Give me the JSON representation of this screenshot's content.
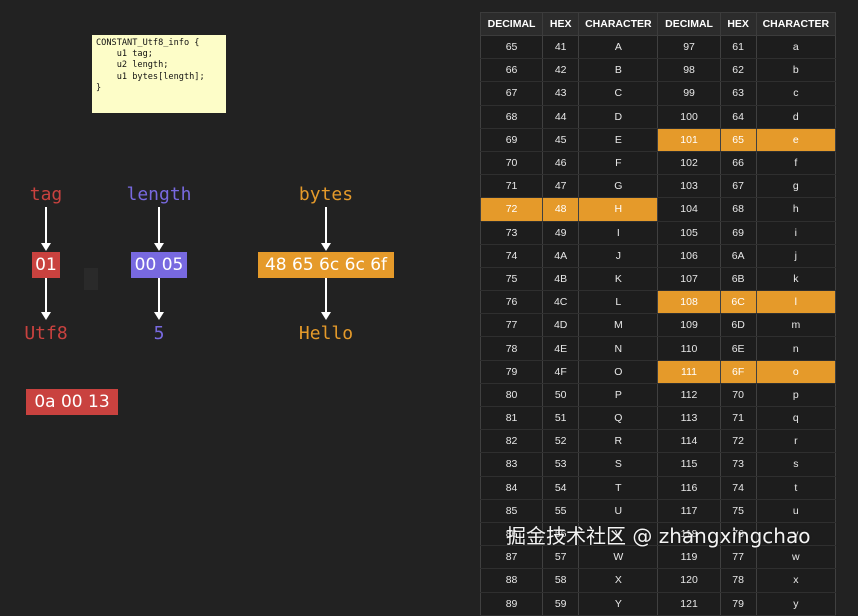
{
  "struct_code": "CONSTANT_Utf8_info {\n    u1 tag;\n    u2 length;\n    u1 bytes[length];\n}",
  "fields": {
    "tag": {
      "label": "tag",
      "bytes": "01",
      "meaning": "Utf8",
      "color": "#c9423f"
    },
    "length": {
      "label": "length",
      "bytes": "00 05",
      "meaning": "5",
      "color": "#7869e0"
    },
    "bytes": {
      "label": "bytes",
      "bytes": "48 65 6c 6c 6f",
      "meaning": "Hello",
      "color": "#e59a2a"
    }
  },
  "extra_box": "0a 00 13",
  "table": {
    "headers": [
      "DECIMAL",
      "HEX",
      "CHARACTER",
      "DECIMAL",
      "HEX",
      "CHARACTER"
    ],
    "highlight_color": "#e59a2a",
    "rows": [
      [
        "65",
        "41",
        "A",
        "97",
        "61",
        "a"
      ],
      [
        "66",
        "42",
        "B",
        "98",
        "62",
        "b"
      ],
      [
        "67",
        "43",
        "C",
        "99",
        "63",
        "c"
      ],
      [
        "68",
        "44",
        "D",
        "100",
        "64",
        "d"
      ],
      [
        "69",
        "45",
        "E",
        "101",
        "65",
        "e"
      ],
      [
        "70",
        "46",
        "F",
        "102",
        "66",
        "f"
      ],
      [
        "71",
        "47",
        "G",
        "103",
        "67",
        "g"
      ],
      [
        "72",
        "48",
        "H",
        "104",
        "68",
        "h"
      ],
      [
        "73",
        "49",
        "I",
        "105",
        "69",
        "i"
      ],
      [
        "74",
        "4A",
        "J",
        "106",
        "6A",
        "j"
      ],
      [
        "75",
        "4B",
        "K",
        "107",
        "6B",
        "k"
      ],
      [
        "76",
        "4C",
        "L",
        "108",
        "6C",
        "l"
      ],
      [
        "77",
        "4D",
        "M",
        "109",
        "6D",
        "m"
      ],
      [
        "78",
        "4E",
        "N",
        "110",
        "6E",
        "n"
      ],
      [
        "79",
        "4F",
        "O",
        "111",
        "6F",
        "o"
      ],
      [
        "80",
        "50",
        "P",
        "112",
        "70",
        "p"
      ],
      [
        "81",
        "51",
        "Q",
        "113",
        "71",
        "q"
      ],
      [
        "82",
        "52",
        "R",
        "114",
        "72",
        "r"
      ],
      [
        "83",
        "53",
        "S",
        "115",
        "73",
        "s"
      ],
      [
        "84",
        "54",
        "T",
        "116",
        "74",
        "t"
      ],
      [
        "85",
        "55",
        "U",
        "117",
        "75",
        "u"
      ],
      [
        "86",
        "56",
        "V",
        "118",
        "76",
        "v"
      ],
      [
        "87",
        "57",
        "W",
        "119",
        "77",
        "w"
      ],
      [
        "88",
        "58",
        "X",
        "120",
        "78",
        "x"
      ],
      [
        "89",
        "59",
        "Y",
        "121",
        "79",
        "y"
      ]
    ],
    "highlight_left": [
      "72"
    ],
    "highlight_right": [
      "101",
      "108",
      "111"
    ]
  },
  "watermark": "掘金技术社区 @ zhangxingchao"
}
